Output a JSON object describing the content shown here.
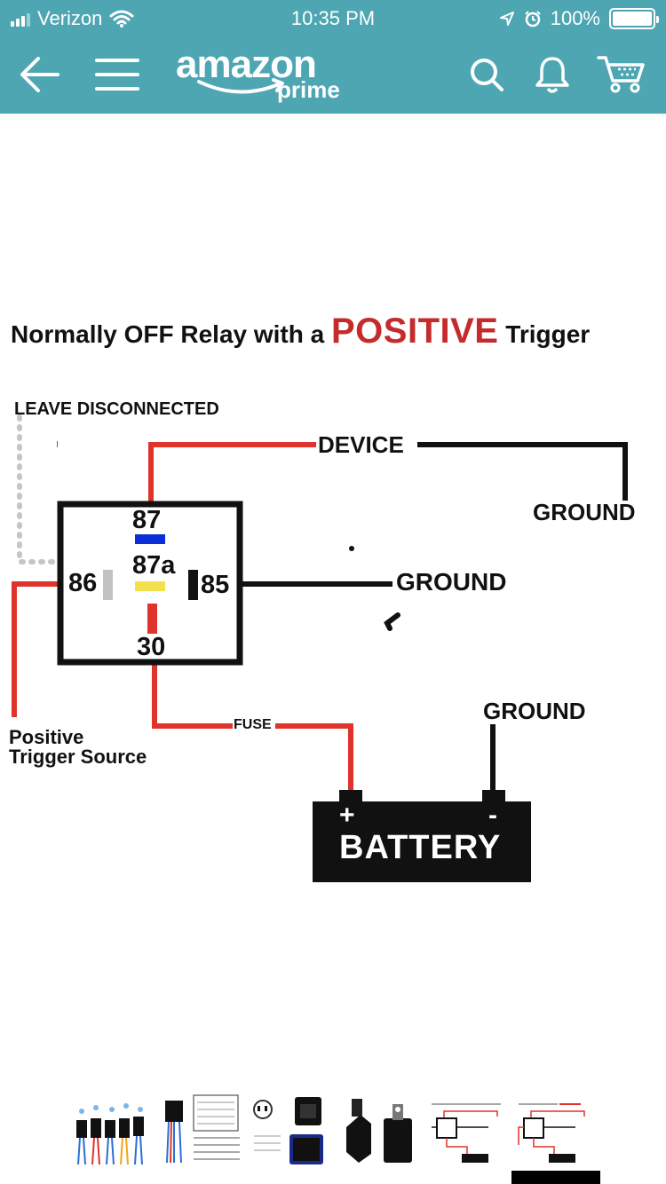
{
  "status_bar": {
    "carrier": "Verizon",
    "time": "10:35 PM",
    "battery": "100%"
  },
  "header": {
    "logo_word": "amazon",
    "logo_sub": "prime"
  },
  "diagram": {
    "title_part1": "Normally OFF Relay with a",
    "title_highlight": "POSITIVE",
    "title_part2": "Trigger",
    "leave_disconnected": "LEAVE DISCONNECTED",
    "device": "DEVICE",
    "ground_label": "GROUND",
    "pin_87": "87",
    "pin_87a": "87a",
    "pin_86": "86",
    "pin_85": "85",
    "pin_30": "30",
    "fuse": "FUSE",
    "trigger_line1": "Positive",
    "trigger_line2": "Trigger Source",
    "battery_label": "BATTERY",
    "battery_plus": "+",
    "battery_minus": "-"
  },
  "colors": {
    "header_bg": "#4ea6b3",
    "wire_red": "#e0332b",
    "pin_blue": "#0b2fd6",
    "pin_yellow": "#f2e14a",
    "title_red": "#c62b2b"
  },
  "thumbnails": [
    "relay-harness-bundle",
    "relay-with-wiring-chart",
    "relay-socket-parts",
    "relay-and-socket",
    "ground-trigger-diagram",
    "positive-trigger-diagram"
  ]
}
